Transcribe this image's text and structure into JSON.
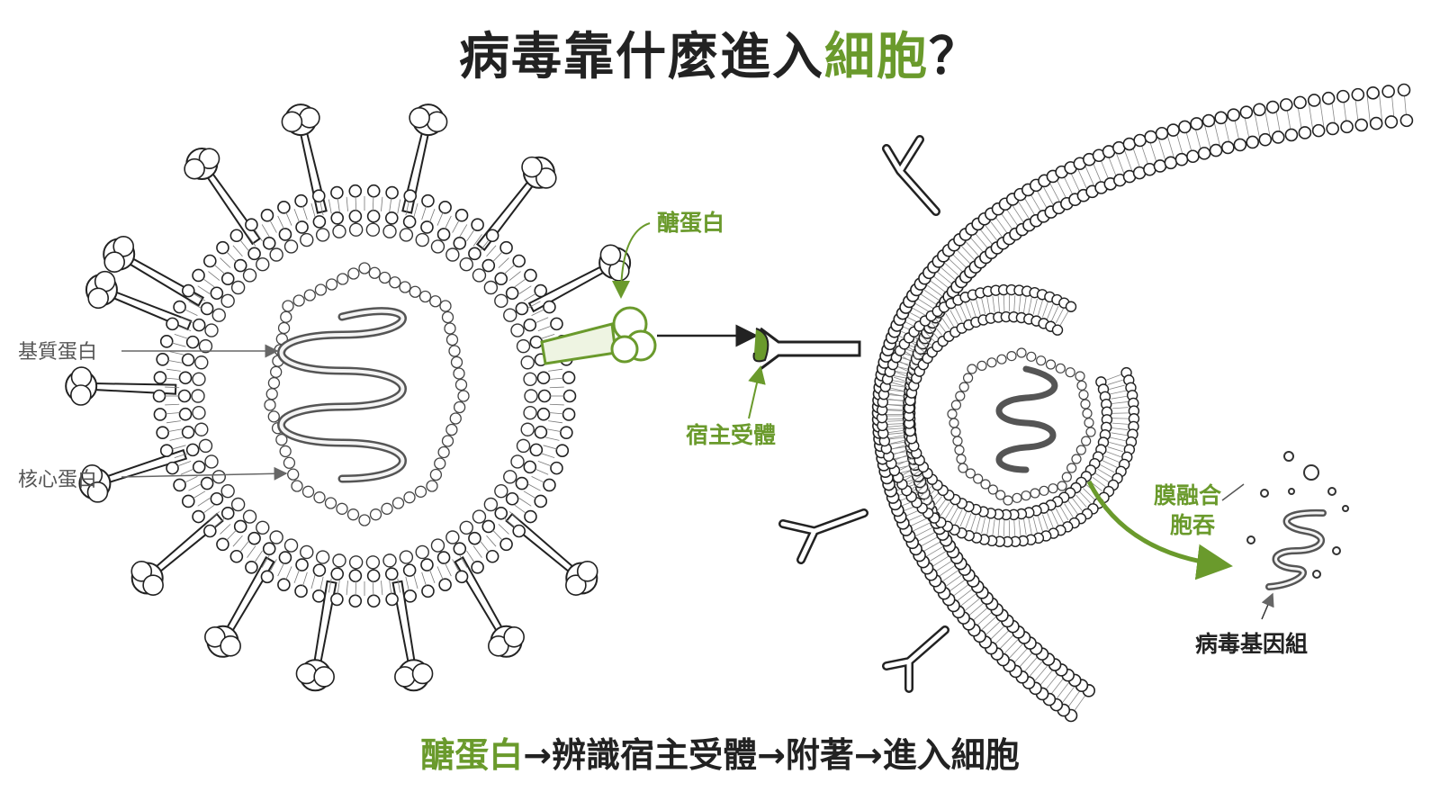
{
  "title": {
    "part1": "病毒靠什麼進入",
    "highlight": "細胞",
    "part2": "？"
  },
  "labels": {
    "matrix_protein": "基質蛋白",
    "core_protein": "核心蛋白",
    "glycoprotein": "醣蛋白",
    "host_receptor": "宿主受體",
    "membrane_fusion": "膜融合",
    "endocytosis": "胞吞",
    "viral_genome": "病毒基因組"
  },
  "caption": {
    "highlight": "醣蛋白",
    "rest": "→辨識宿主受體→附著→進入細胞"
  },
  "colors": {
    "accent": "#6a9a2c",
    "ink": "#222222",
    "label_gray": "#555555"
  }
}
